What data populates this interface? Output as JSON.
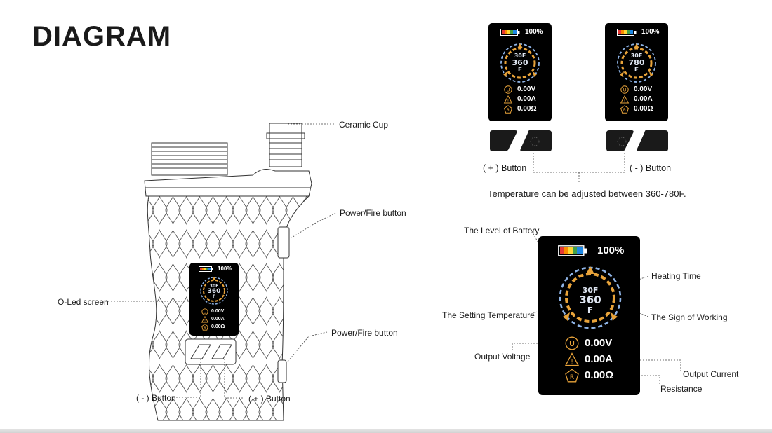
{
  "title": "DIAGRAM",
  "callouts": {
    "ceramic_cup": "Ceramic Cup",
    "power_fire_top": "Power/Fire button",
    "power_fire_bottom": "Power/Fire button",
    "oled_screen": "O-Led screen",
    "minus_button": "( - ) Button",
    "plus_button": "( + ) Button",
    "top_plus_button": "( + ) Button",
    "top_minus_button": "( - ) Button",
    "level_of_battery": "The Level of Battery",
    "heating_time": "Heating Time",
    "setting_temperature": "The Setting Temperature",
    "sign_of_working": "The Sign of Working",
    "output_voltage": "Output Voltage",
    "output_current": "Output Current",
    "resistance": "Resistance"
  },
  "note": "Temperature can be adjusted between 360-780F.",
  "screens": {
    "device": {
      "battery": "100%",
      "time": "30F",
      "temp": "360",
      "unit": "F",
      "voltage": "0.00V",
      "current": "0.00A",
      "resistance": "0.00Ω"
    },
    "left": {
      "battery": "100%",
      "time": "30F",
      "temp": "360",
      "unit": "F",
      "voltage": "0.00V",
      "current": "0.00A",
      "resistance": "0.00Ω"
    },
    "right": {
      "battery": "100%",
      "time": "30F",
      "temp": "780",
      "unit": "F",
      "voltage": "0.00V",
      "current": "0.00A",
      "resistance": "0.00Ω"
    },
    "large": {
      "battery": "100%",
      "time": "30F",
      "temp": "360",
      "unit": "F",
      "voltage": "0.00V",
      "current": "0.00A",
      "resistance": "0.00Ω"
    }
  },
  "icons": {
    "voltage": "U",
    "current": "!",
    "resistance": "R"
  },
  "colors": {
    "accent": "#e8a33a",
    "dial_ring": "#8fb4e6",
    "screen": "#000000"
  }
}
